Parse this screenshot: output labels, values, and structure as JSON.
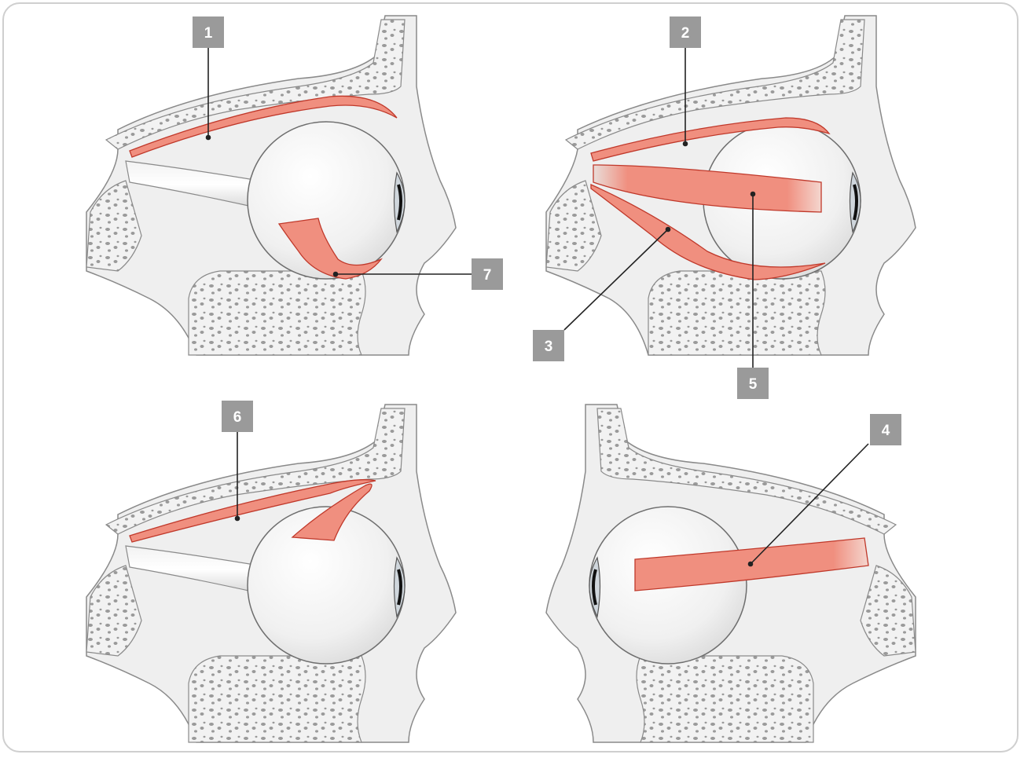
{
  "figure": {
    "panels": [
      {
        "id": "top-left",
        "labels": [
          "1",
          "7"
        ]
      },
      {
        "id": "top-right",
        "labels": [
          "2",
          "3",
          "5"
        ]
      },
      {
        "id": "bottom-left",
        "labels": [
          "6"
        ]
      },
      {
        "id": "bottom-right",
        "labels": [
          "4"
        ]
      }
    ],
    "callouts": {
      "c1": "1",
      "c2": "2",
      "c3": "3",
      "c4": "4",
      "c5": "5",
      "c6": "6",
      "c7": "7"
    }
  },
  "colors": {
    "muscle": "#f08f7f",
    "muscle_outline": "#c0392b",
    "bone_fill": "#f2f2f2",
    "bone_outline": "#8a8a8a",
    "eyeball": "#f4f4f4",
    "callout_box": "#9a9a9a",
    "leader_line": "#222222",
    "frame_border": "#cfcfcf"
  }
}
